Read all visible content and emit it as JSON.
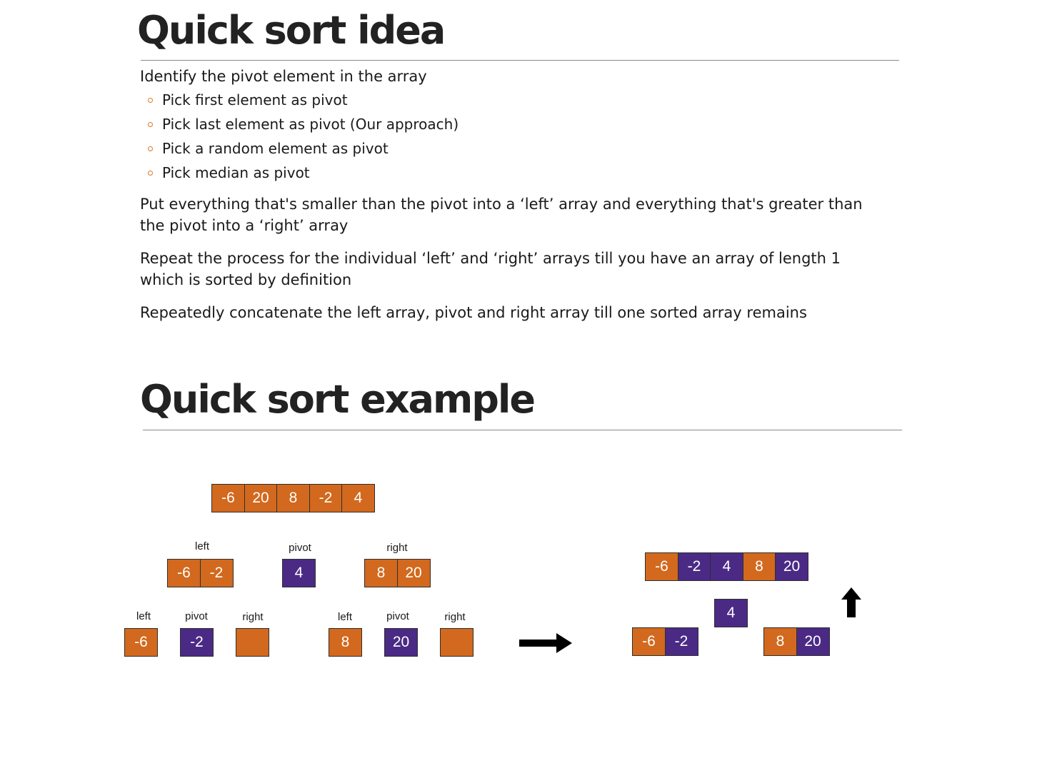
{
  "idea": {
    "title": "Quick sort idea",
    "intro": "Identify the pivot element in the array",
    "options": [
      "Pick first element as pivot",
      "Pick last element as pivot (Our approach)",
      "Pick a random element as pivot",
      "Pick median as pivot"
    ],
    "partition_line1": "Put everything that's smaller than the pivot into a ‘left’ array and everything that's greater than",
    "partition_line2": "the pivot into a ‘right’ array",
    "repeat_line1": "Repeat the process for the individual ‘left’ and ‘right’ arrays till you have an array of length 1",
    "repeat_line2": "which is sorted by definition",
    "concat_line": "Repeatedly concatenate the left array, pivot and right array till one sorted array remains"
  },
  "example": {
    "title": "Quick sort example",
    "labels": {
      "left": "left",
      "pivot": "pivot",
      "right": "right"
    },
    "initial_array": [
      "-6",
      "20",
      "8",
      "-2",
      "4"
    ],
    "level1": {
      "left": [
        "-6",
        "-2"
      ],
      "pivot": [
        "4"
      ],
      "right": [
        "8",
        "20"
      ]
    },
    "level2a": {
      "left": [
        "-6"
      ],
      "pivot": [
        "-2"
      ],
      "right": [
        ""
      ]
    },
    "level2b": {
      "left": [
        "8"
      ],
      "pivot": [
        "20"
      ],
      "right": [
        ""
      ]
    },
    "merge": {
      "final": [
        {
          "value": "-6",
          "color": "orange"
        },
        {
          "value": "-2",
          "color": "purple"
        },
        {
          "value": "4",
          "color": "purple"
        },
        {
          "value": "8",
          "color": "orange"
        },
        {
          "value": "20",
          "color": "purple"
        }
      ],
      "pivot": [
        {
          "value": "4",
          "color": "purple"
        }
      ],
      "left": [
        {
          "value": "-6",
          "color": "orange"
        },
        {
          "value": "-2",
          "color": "purple"
        }
      ],
      "right": [
        {
          "value": "8",
          "color": "orange"
        },
        {
          "value": "20",
          "color": "purple"
        }
      ]
    },
    "colors": {
      "orange": "#d2691e",
      "purple": "#4b2a86",
      "bullet": "#d97a2b"
    },
    "icons": [
      "arrow-right-icon",
      "arrow-up-icon"
    ]
  }
}
